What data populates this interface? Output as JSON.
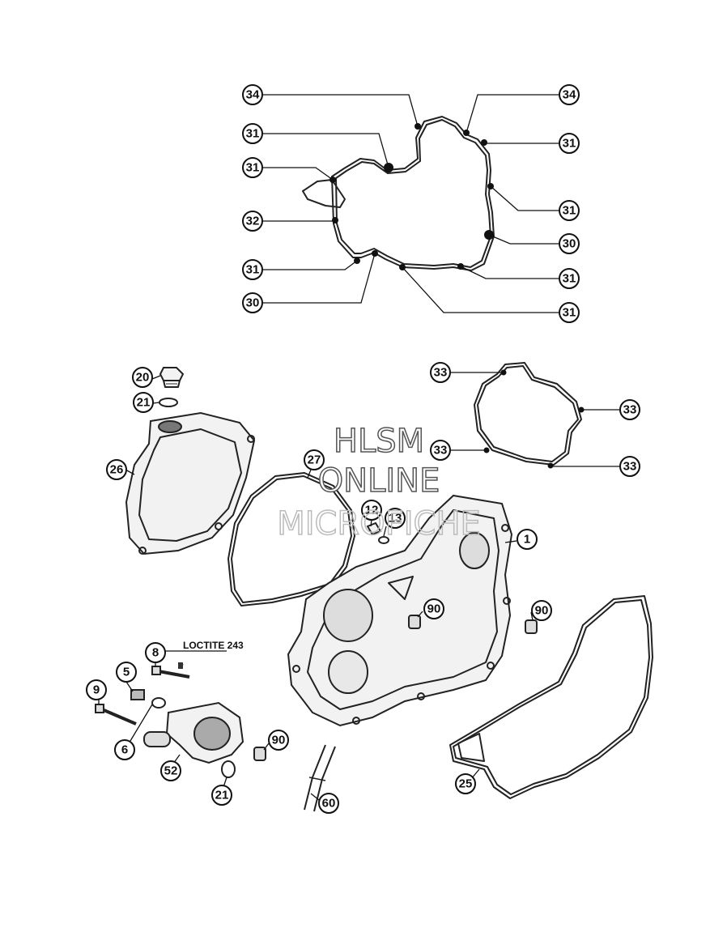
{
  "note": "LOCTITE 243",
  "watermark": {
    "line1": "HLSM",
    "line2": "ONLINE",
    "line3": "MICROFICHE"
  },
  "callouts": {
    "c34a": "34",
    "c34b": "34",
    "c31a": "31",
    "c31b": "31",
    "c31c": "31",
    "c31d": "31",
    "c31e": "31",
    "c31f": "31",
    "c31g": "31",
    "c32": "32",
    "c30a": "30",
    "c30b": "30",
    "c33a": "33",
    "c33b": "33",
    "c33c": "33",
    "c33d": "33",
    "c20": "20",
    "c21a": "21",
    "c26": "26",
    "c27": "27",
    "c12": "12",
    "c13": "13",
    "c1": "1",
    "c90a": "90",
    "c90b": "90",
    "c90c": "90",
    "c8": "8",
    "c5": "5",
    "c9": "9",
    "c6": "6",
    "c52": "52",
    "c21b": "21",
    "c60": "60",
    "c25": "25"
  }
}
